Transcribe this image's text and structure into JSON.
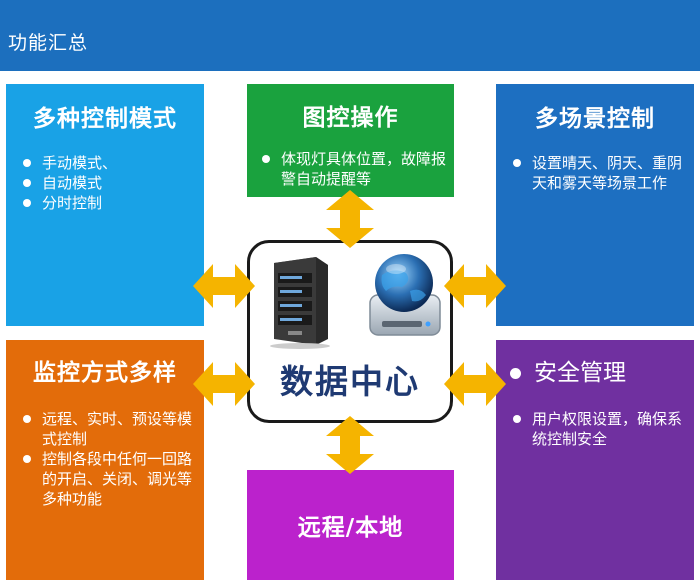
{
  "header": {
    "title": "功能汇总"
  },
  "boxes": {
    "top_left": {
      "title": "多种控制模式",
      "items": [
        "手动模式、",
        "自动模式",
        "分时控制"
      ]
    },
    "top_center": {
      "title": "图控操作",
      "items": [
        "体现灯具体位置，故障报警自动提醒等"
      ]
    },
    "top_right": {
      "title": "多场景控制",
      "items": [
        "设置晴天、阴天、重阴天和雾天等场景工作"
      ]
    },
    "bottom_left": {
      "title": "监控方式多样",
      "items": [
        "远程、实时、预设等模式控制",
        "控制各段中任何一回路的开启、关闭、调光等多种功能"
      ]
    },
    "bottom_center": {
      "title": "远程/本地"
    },
    "bottom_right": {
      "title": "安全管理",
      "items": [
        "用户权限设置，确保系统控制安全"
      ]
    }
  },
  "center": {
    "title": "数据中心"
  },
  "colors": {
    "header": "#1c6fbe",
    "top_left": "#19a2e6",
    "top_center": "#1aa23e",
    "top_right": "#1d6fc1",
    "bottom_left": "#e36c0a",
    "bottom_center": "#bb22cc",
    "bottom_right": "#7030a0",
    "arrow": "#f5b400",
    "center_text": "#1f3a73"
  },
  "icons": [
    "server-icon",
    "globe-drive-icon",
    "double-arrow-icon"
  ]
}
